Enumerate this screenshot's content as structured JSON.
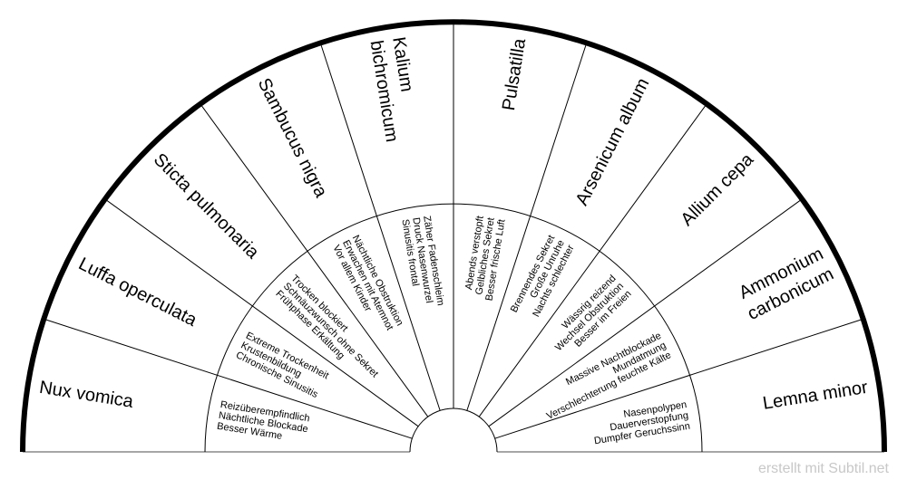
{
  "sectors": [
    {
      "name": [
        "Nux vomica"
      ],
      "symptoms": [
        "Reizüberempfindlich",
        "Nächtliche Blockade",
        "Besser Wärme"
      ]
    },
    {
      "name": [
        "Luffa operculata"
      ],
      "symptoms": [
        "Extreme Trockenheit",
        "Krustenbildung",
        "Chronische Sinusitis"
      ]
    },
    {
      "name": [
        "Sticta pulmonaria"
      ],
      "symptoms": [
        "Trocken blockiert",
        "Schnäuzwunsch ohne Sekret",
        "Frühphase Erkältung"
      ]
    },
    {
      "name": [
        "Sambucus nigra"
      ],
      "symptoms": [
        "Nächtliche Obstruktion",
        "Erwachen mit Atemnot",
        "Vor allem Kinder"
      ]
    },
    {
      "name": [
        "Kalium",
        "bichromicum"
      ],
      "symptoms": [
        "Zäher Fadenschleim",
        "Druck Nasenwurzel",
        "Sinusitis frontal"
      ]
    },
    {
      "name": [
        "Pulsatilla"
      ],
      "symptoms": [
        "Abends verstopft",
        "Gelbliches Sekret",
        "Besser frische Luft"
      ]
    },
    {
      "name": [
        "Arsenicum album"
      ],
      "symptoms": [
        "Brennendes Sekret",
        "Große Unruhe",
        "Nachts schlechter"
      ]
    },
    {
      "name": [
        "Allium cepa"
      ],
      "symptoms": [
        "Wässrig reizend",
        "Wechsel Obstruktion",
        "Besser im Freien"
      ]
    },
    {
      "name": [
        "Ammonium",
        "carbonicum"
      ],
      "symptoms": [
        "Massive Nachtblockade",
        "Mundatmung",
        "Verschlechterung feuchte Kälte"
      ]
    },
    {
      "name": [
        "Lemna minor"
      ],
      "symptoms": [
        "Nasenpolypen",
        "Dauerverstopfung",
        "Dumpfer Geruchssinn"
      ]
    }
  ],
  "footer": "erstellt mit Subtil.net"
}
